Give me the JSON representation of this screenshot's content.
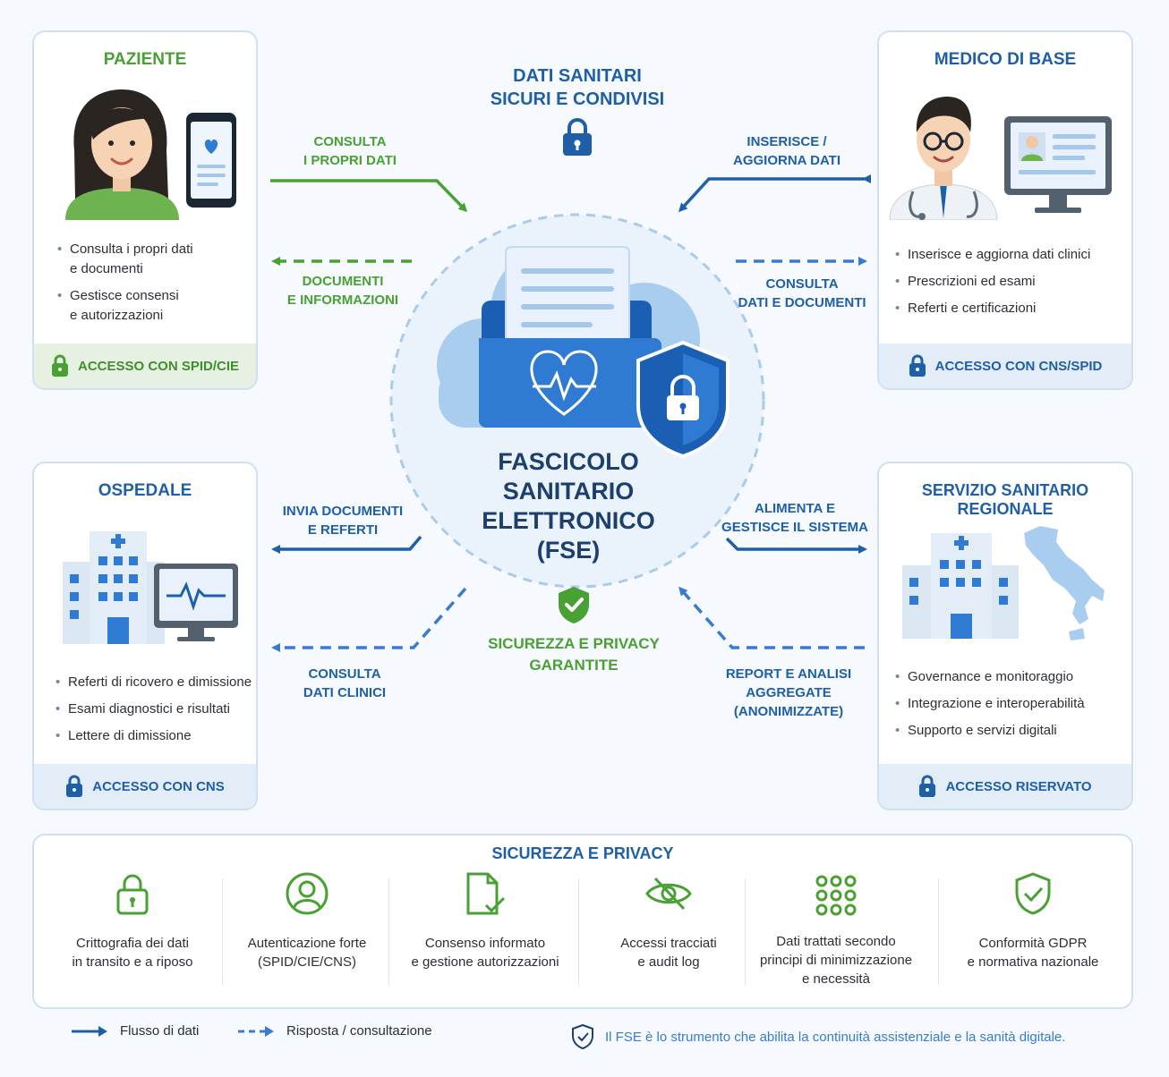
{
  "header": {
    "title_line1": "DATI SANITARI",
    "title_line2": "SICURI E CONDIVISI"
  },
  "center": {
    "line1": "FASCICOLO",
    "line2": "SANITARIO",
    "line3": "ELETTRONICO",
    "line4": "(FSE)",
    "privacy_line1": "SICUREZZA E PRIVACY",
    "privacy_line2": "GARANTITE"
  },
  "cards": {
    "paziente": {
      "title": "PAZIENTE",
      "bullets": [
        "Consulta i propri dati",
        "e documenti",
        "Gestisce consensi",
        "e autorizzazioni"
      ],
      "access": "ACCESSO CON SPID/CIE"
    },
    "medico": {
      "title": "MEDICO DI BASE",
      "bullets": [
        "Inserisce e aggiorna dati clinici",
        "Prescrizioni ed esami",
        "Referti e certificazioni"
      ],
      "access": "ACCESSO CON CNS/SPID"
    },
    "ospedale": {
      "title": "OSPEDALE",
      "bullets": [
        "Referti di ricovero e dimissione",
        "Esami diagnostici e risultati",
        "Lettere di dimissione"
      ],
      "access": "ACCESSO CON CNS"
    },
    "regionale": {
      "title": "SERVIZIO SANITARIO REGIONALE",
      "bullets": [
        "Governance e monitoraggio",
        "Integrazione e interoperabilità",
        "Supporto e servizi digitali"
      ],
      "access": "ACCESSO RISERVATO"
    }
  },
  "flows": {
    "consulta_propri": [
      "CONSULTA",
      "I PROPRI DATI"
    ],
    "documenti_info": [
      "DOCUMENTI",
      "E INFORMAZIONI"
    ],
    "inserisce": [
      "INSERISCE /",
      "AGGIORNA DATI"
    ],
    "consulta_dati_doc": [
      "CONSULTA",
      "DATI E DOCUMENTI"
    ],
    "invia_doc": [
      "INVIA DOCUMENTI",
      "E REFERTI"
    ],
    "consulta_clinici": [
      "CONSULTA",
      "DATI CLINICI"
    ],
    "alimenta": [
      "ALIMENTA E",
      "GESTISCE IL SISTEMA"
    ],
    "report": [
      "REPORT E ANALISI",
      "AGGREGATE",
      "(ANONIMIZZATE)"
    ]
  },
  "security": {
    "title": "SICUREZZA E PRIVACY",
    "items": [
      {
        "icon": "padlock-icon",
        "line1": "Crittografia dei dati",
        "line2": "in transito e a riposo",
        "line3": ""
      },
      {
        "icon": "user-circle-icon",
        "line1": "Autenticazione forte",
        "line2": "(SPID/CIE/CNS)",
        "line3": ""
      },
      {
        "icon": "document-check-icon",
        "line1": "Consenso informato",
        "line2": "e gestione autorizzazioni",
        "line3": ""
      },
      {
        "icon": "eye-icon",
        "line1": "Accessi tracciati",
        "line2": "e audit log",
        "line3": ""
      },
      {
        "icon": "dot-grid-icon",
        "line1": "Dati trattati secondo",
        "line2": "principi di minimizzazione",
        "line3": "e necessità"
      },
      {
        "icon": "shield-check-icon",
        "line1": "Conformità GDPR",
        "line2": "e normativa nazionale",
        "line3": ""
      }
    ]
  },
  "legend": {
    "solid": "Flusso di dati",
    "dashed": "Risposta / consultazione",
    "note": "Il FSE è lo strumento che abilita la continuità assistenziale e la sanità digitale."
  },
  "colors": {
    "blue": "#1f5fa8",
    "green": "#49a033",
    "light_blue": "#cfe0f2"
  }
}
